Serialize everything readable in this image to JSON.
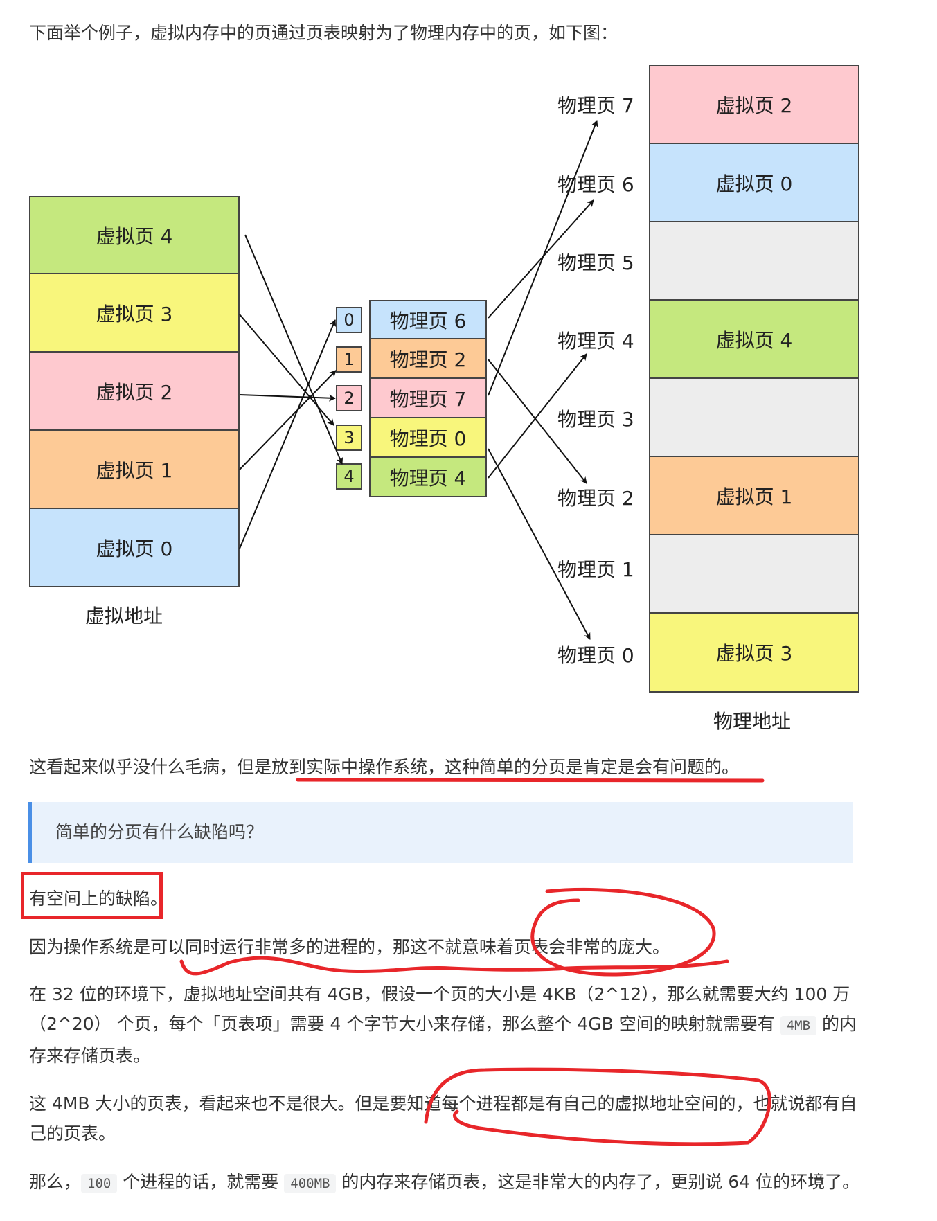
{
  "intro": "下面举个例子，虚拟内存中的页通过页表映射为了物理内存中的页，如下图：",
  "diagram": {
    "virtual": [
      {
        "label": "虚拟页 4",
        "color": "#c5e87e"
      },
      {
        "label": "虚拟页 3",
        "color": "#f8f67c"
      },
      {
        "label": "虚拟页 2",
        "color": "#fec9cf"
      },
      {
        "label": "虚拟页 1",
        "color": "#fdca96"
      },
      {
        "label": "虚拟页 0",
        "color": "#c6e3fc"
      }
    ],
    "virtual_caption": "虚拟地址",
    "table_indices": [
      {
        "label": "0",
        "color": "#c6e3fc"
      },
      {
        "label": "1",
        "color": "#fdca96"
      },
      {
        "label": "2",
        "color": "#fec9cf"
      },
      {
        "label": "3",
        "color": "#f8f67c"
      },
      {
        "label": "4",
        "color": "#c5e87e"
      }
    ],
    "table_entries": [
      {
        "label": "物理页 6",
        "color": "#c6e3fc"
      },
      {
        "label": "物理页 2",
        "color": "#fdca96"
      },
      {
        "label": "物理页 7",
        "color": "#fec9cf"
      },
      {
        "label": "物理页 0",
        "color": "#f8f67c"
      },
      {
        "label": "物理页 4",
        "color": "#c5e87e"
      }
    ],
    "physical_labels": [
      "物理页 7",
      "物理页 6",
      "物理页 5",
      "物理页 4",
      "物理页 3",
      "物理页 2",
      "物理页 1",
      "物理页 0"
    ],
    "physical": [
      {
        "label": "虚拟页 2",
        "color": "#fec9cf"
      },
      {
        "label": "虚拟页 0",
        "color": "#c6e3fc"
      },
      {
        "label": "",
        "color": "#ededed"
      },
      {
        "label": "虚拟页 4",
        "color": "#c5e87e"
      },
      {
        "label": "",
        "color": "#ededed"
      },
      {
        "label": "虚拟页 1",
        "color": "#fdca96"
      },
      {
        "label": "",
        "color": "#ededed"
      },
      {
        "label": "虚拟页 3",
        "color": "#f8f67c"
      }
    ],
    "physical_caption": "物理地址"
  },
  "p1": "这看起来似乎没什么毛病，但是放到实际中操作系统，这种简单的分页是肯定是会有问题的。",
  "quote": "简单的分页有什么缺陷吗？",
  "p2": "有空间上的缺陷。",
  "p3": "因为操作系统是可以同时运行非常多的进程的，那这不就意味着页表会非常的庞大。",
  "p4": {
    "a": "在 32 位的环境下，虚拟地址空间共有 4GB，假设一个页的大小是 4KB（2^12），那么就需要大约 100 万 （2^20） 个页，每个「页表项」需要 4 个字节大小来存储，那么整个 4GB 空间的映射就需要有 ",
    "code": "4MB",
    "b": " 的内存来存储页表。"
  },
  "p5": "这 4MB 大小的页表，看起来也不是很大。但是要知道每个进程都是有自己的虚拟地址空间的，也就说都有自己的页表。",
  "p6": {
    "a": "那么，",
    "code1": "100",
    "b": " 个进程的话，就需要 ",
    "code2": "400MB",
    "c": " 的内存来存储页表，这是非常大的内存了，更别说 64 位的环境了。"
  },
  "annotation_color": "#e8262a"
}
